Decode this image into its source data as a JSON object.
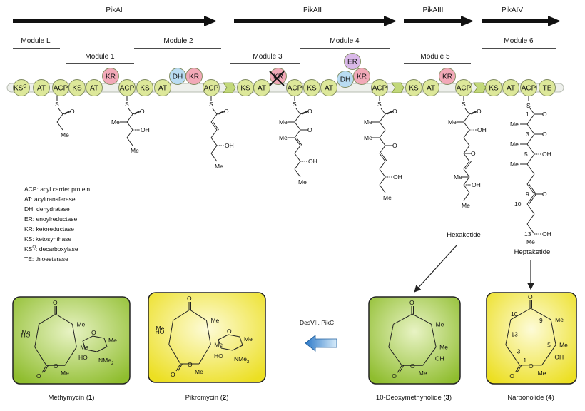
{
  "genes": [
    "PikAI",
    "PikAII",
    "PikAIII",
    "PikAIV"
  ],
  "modules": [
    "Module L",
    "Module 1",
    "Module 2",
    "Module 3",
    "Module 4",
    "Module 5",
    "Module 6"
  ],
  "domains": {
    "ks": "KS",
    "ks_sup": "Q",
    "at": "AT",
    "acp": "ACP",
    "kr": "KR",
    "dh": "DH",
    "er": "ER",
    "te": "TE"
  },
  "chain_labels": {
    "me": "Me",
    "oh": "OH",
    "o": "O",
    "s": "S",
    "numbers": [
      "1",
      "3",
      "5",
      "9",
      "10",
      "13"
    ]
  },
  "legend": [
    "ACP: acyl carrier protein",
    "AT: acyltransferase",
    "DH: dehydratase",
    "ER: enoylreductase",
    "KR: ketoreductase",
    "KS: ketosynthase",
    "KS",
    "Q",
    ": decarboxylase",
    "TE: thioesterase"
  ],
  "intermediates": [
    "Hexaketide",
    "Heptaketide"
  ],
  "enzymes": "DesVII, PikC",
  "products": [
    {
      "name": "Methymycin (",
      "num": "1",
      "close": ")"
    },
    {
      "name": "Pikromycin (",
      "num": "2",
      "close": ")"
    },
    {
      "name": "10-Deoxymethynolide (",
      "num": "3",
      "close": ")"
    },
    {
      "name": "Narbonolide (",
      "num": "4",
      "close": ")"
    }
  ],
  "product_labels": {
    "me": "Me",
    "ho": "HO",
    "oh": "OH",
    "o": "O",
    "nme": "NMe",
    "two": "2",
    "nums": [
      "9",
      "10",
      "13",
      "5",
      "1",
      "3"
    ]
  },
  "colors": {
    "ks": "#dde89a",
    "at": "#dde89a",
    "acp": "#dde89a",
    "kr": "#f2a9b8",
    "dh": "#b9dcf2",
    "er": "#d9b8e8",
    "te": "#dde89a",
    "green_box": "#9cc23a",
    "yellow_box": "#f2e83a"
  }
}
